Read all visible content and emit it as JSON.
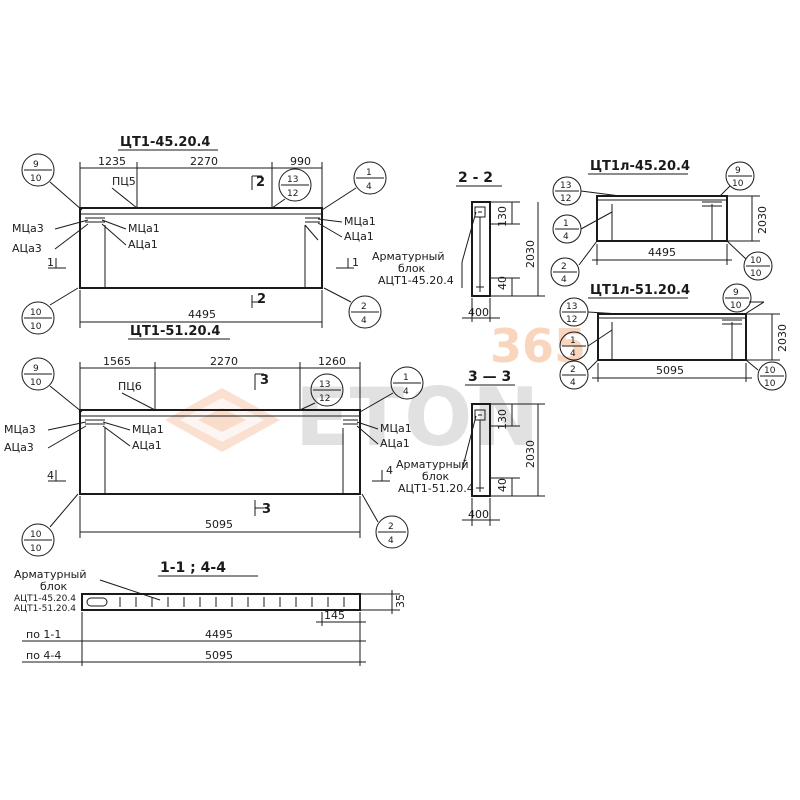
{
  "watermark": {
    "number": "365",
    "brand": "ETON",
    "number_color": "#f5b48a",
    "brand_color": "#c9c9c9",
    "logo_color": "#f0a070"
  },
  "panel_45": {
    "title": "ЦТ1-45.20.4",
    "dim_left": "1235",
    "dim_mid": "2270",
    "dim_right": "990",
    "total": "4495",
    "loop_label": "ПЦ5",
    "mesh_left_1": "МЦа3",
    "mesh_left_2": "АЦа3",
    "mesh_mid_1": "МЦа1",
    "mesh_mid_2": "АЦа1",
    "mesh_right_1": "МЦа1",
    "mesh_right_2": "АЦа1",
    "sec_mark_left": "1",
    "sec_mark_right": "1",
    "sec_mark_top": "2",
    "sec_mark_bottom": "2",
    "callout_tl": [
      "9",
      "10"
    ],
    "callout_tm": [
      "13",
      "12"
    ],
    "callout_tr": [
      "1",
      "4"
    ],
    "callout_bl": [
      "10",
      "10"
    ],
    "callout_br": [
      "2",
      "4"
    ]
  },
  "panel_51": {
    "title": "ЦТ1-51.20.4",
    "dim_left": "1565",
    "dim_mid": "2270",
    "dim_right": "1260",
    "total": "5095",
    "loop_label": "ПЦ6",
    "mesh_left_1": "МЦа3",
    "mesh_left_2": "АЦа3",
    "mesh_mid_1": "МЦа1",
    "mesh_mid_2": "АЦа1",
    "mesh_right_1": "МЦа1",
    "mesh_right_2": "АЦа1",
    "sec_mark_left": "4",
    "sec_mark_right": "4",
    "sec_mark_top": "3",
    "sec_mark_bottom": "3",
    "callout_tl": [
      "9",
      "10"
    ],
    "callout_tm": [
      "13",
      "12"
    ],
    "callout_tr": [
      "1",
      "4"
    ],
    "callout_bl": [
      "10",
      "10"
    ],
    "callout_br": [
      "2",
      "4"
    ]
  },
  "section_22": {
    "title": "2 - 2",
    "block_label_1": "Арматурный",
    "block_label_2": "блок",
    "block_label_3": "АЦТ1-45.20.4",
    "height": "2030",
    "top_dim": "130",
    "bot_dim": "40",
    "width": "400"
  },
  "section_33": {
    "title": "3 — 3",
    "block_label_1": "Арматурный",
    "block_label_2": "блок",
    "block_label_3": "АЦТ1-51.20.4",
    "height": "2030",
    "top_dim": "130",
    "bot_dim": "40",
    "width": "400"
  },
  "small_45": {
    "title": "ЦТ1л-45.20.4",
    "height": "2030",
    "length": "4495",
    "callout_tl": [
      "13",
      "12"
    ],
    "callout_tr": [
      "9",
      "10"
    ],
    "callout_ml": [
      "1",
      "4"
    ],
    "callout_bl": [
      "2",
      "4"
    ],
    "callout_br": [
      "10",
      "10"
    ]
  },
  "small_51": {
    "title": "ЦТ1л-51.20.4",
    "height": "2030",
    "length": "5095",
    "callout_tl": [
      "13",
      "12"
    ],
    "callout_tr": [
      "9",
      "10"
    ],
    "callout_ml": [
      "1",
      "4"
    ],
    "callout_bl": [
      "2",
      "4"
    ],
    "callout_br": [
      "10",
      "10"
    ]
  },
  "section_11": {
    "title": "1-1 ; 4-4",
    "block_label_1": "Арматурный",
    "block_label_2": "блок",
    "block_label_3": "АЦТ1-45.20.4",
    "block_label_4": "АЦТ1-51.20.4",
    "dim_35": "35",
    "dim_145": "145",
    "row1_label": "по 1-1",
    "row1_value": "4495",
    "row2_label": "по 4-4",
    "row2_value": "5095"
  }
}
